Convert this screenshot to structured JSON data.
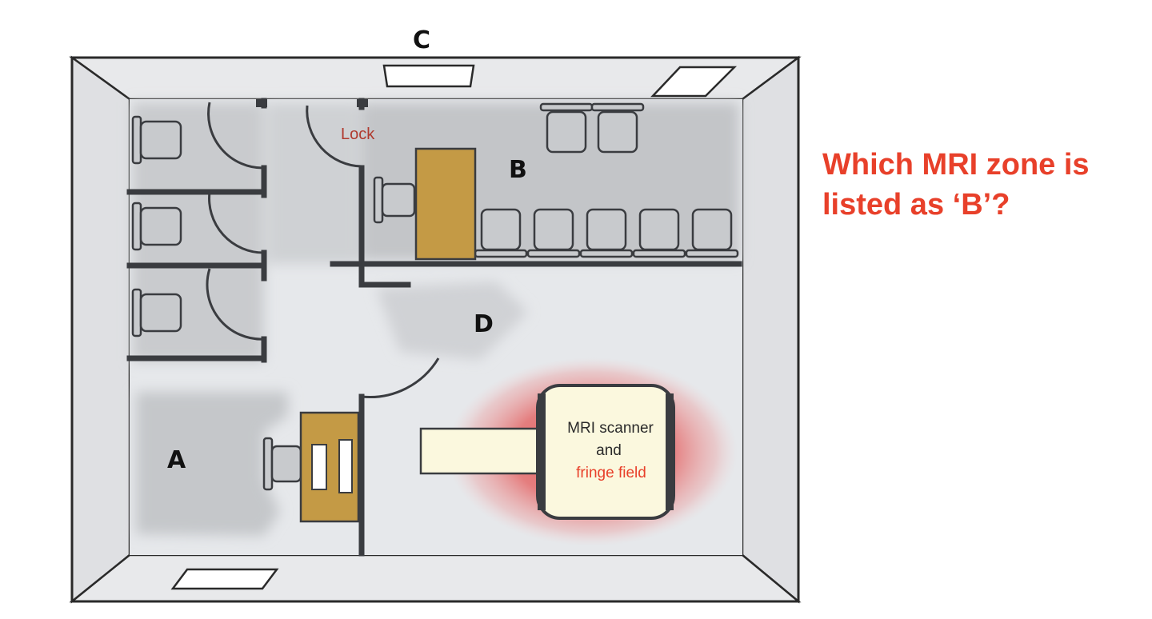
{
  "colors": {
    "accent_red": "#e8402a",
    "lock_red": "#b03a2e",
    "desk_gold": "#c49a45",
    "wall": "#3a3c40",
    "floor": "#e6e8eb",
    "shade": "#c9cbce",
    "scanner_fill": "#fbf8de",
    "fringe_red": "#e04c4c"
  },
  "zones": {
    "a": "A",
    "b": "B",
    "c": "C",
    "d": "D"
  },
  "labels": {
    "lock": "Lock",
    "mri_line1": "MRI scanner",
    "mri_line2": "and",
    "mri_line3": "fringe field"
  },
  "question": {
    "line1": "Which MRI zone is",
    "line2": "listed as ‘B’?"
  },
  "icons": {
    "chair": "chair-icon",
    "desk": "desk-icon",
    "door": "door-arc-icon",
    "window": "skylight-icon"
  }
}
